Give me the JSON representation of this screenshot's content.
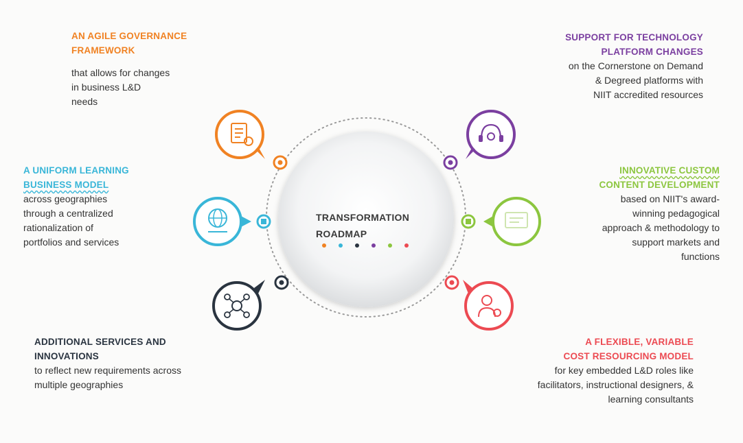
{
  "center": {
    "line1": "TRANSFORMATION",
    "line2": "ROADMAP"
  },
  "items": {
    "governance": {
      "heading1": "AN AGILE GOVERNANCE",
      "heading2": "FRAMEWORK",
      "body1": "that allows for changes",
      "body2": "in business L&D",
      "body3": "needs",
      "color": "#f08223",
      "icon": "checklist-gear-icon"
    },
    "uniform": {
      "heading1": "A UNIFORM LEARNING",
      "heading2": "BUSINESS MODEL",
      "body1": "across geographies",
      "body2": "through a centralized",
      "body3": "rationalization of",
      "body4": "portfolios and services",
      "color": "#39b6d8",
      "icon": "globe-network-icon"
    },
    "additional": {
      "heading1": "ADDITIONAL SERVICES AND",
      "heading2": "INNOVATIONS",
      "body1": "to reflect new requirements across",
      "body2": "multiple geographies",
      "color": "#2a3440",
      "icon": "lightbulb-network-icon"
    },
    "support": {
      "heading1": "SUPPORT FOR TECHNOLOGY",
      "heading2": "PLATFORM CHANGES",
      "body1": "on the Cornerstone on Demand",
      "body2": "& Degreed platforms with",
      "body3": "NIIT accredited resources",
      "color": "#7b3fa0",
      "icon": "headset-gear-icon"
    },
    "innovative": {
      "heading1": "INNOVATIVE CUSTOM",
      "heading2": "CONTENT DEVELOPMENT",
      "body1": "based on NIIT's award-",
      "body2": "winning pedagogical",
      "body3": "approach & methodology to",
      "body4": "support markets and",
      "body5": "functions",
      "color": "#8cc63f",
      "icon": "monitor-content-icon"
    },
    "flexible": {
      "heading1": "A FLEXIBLE, VARIABLE",
      "heading2": "COST RESOURCING MODEL",
      "body1": "for key embedded L&D roles like",
      "body2": "facilitators, instructional designers, &",
      "body3": "learning consultants",
      "color": "#ec4a52",
      "icon": "person-gear-icon"
    }
  }
}
